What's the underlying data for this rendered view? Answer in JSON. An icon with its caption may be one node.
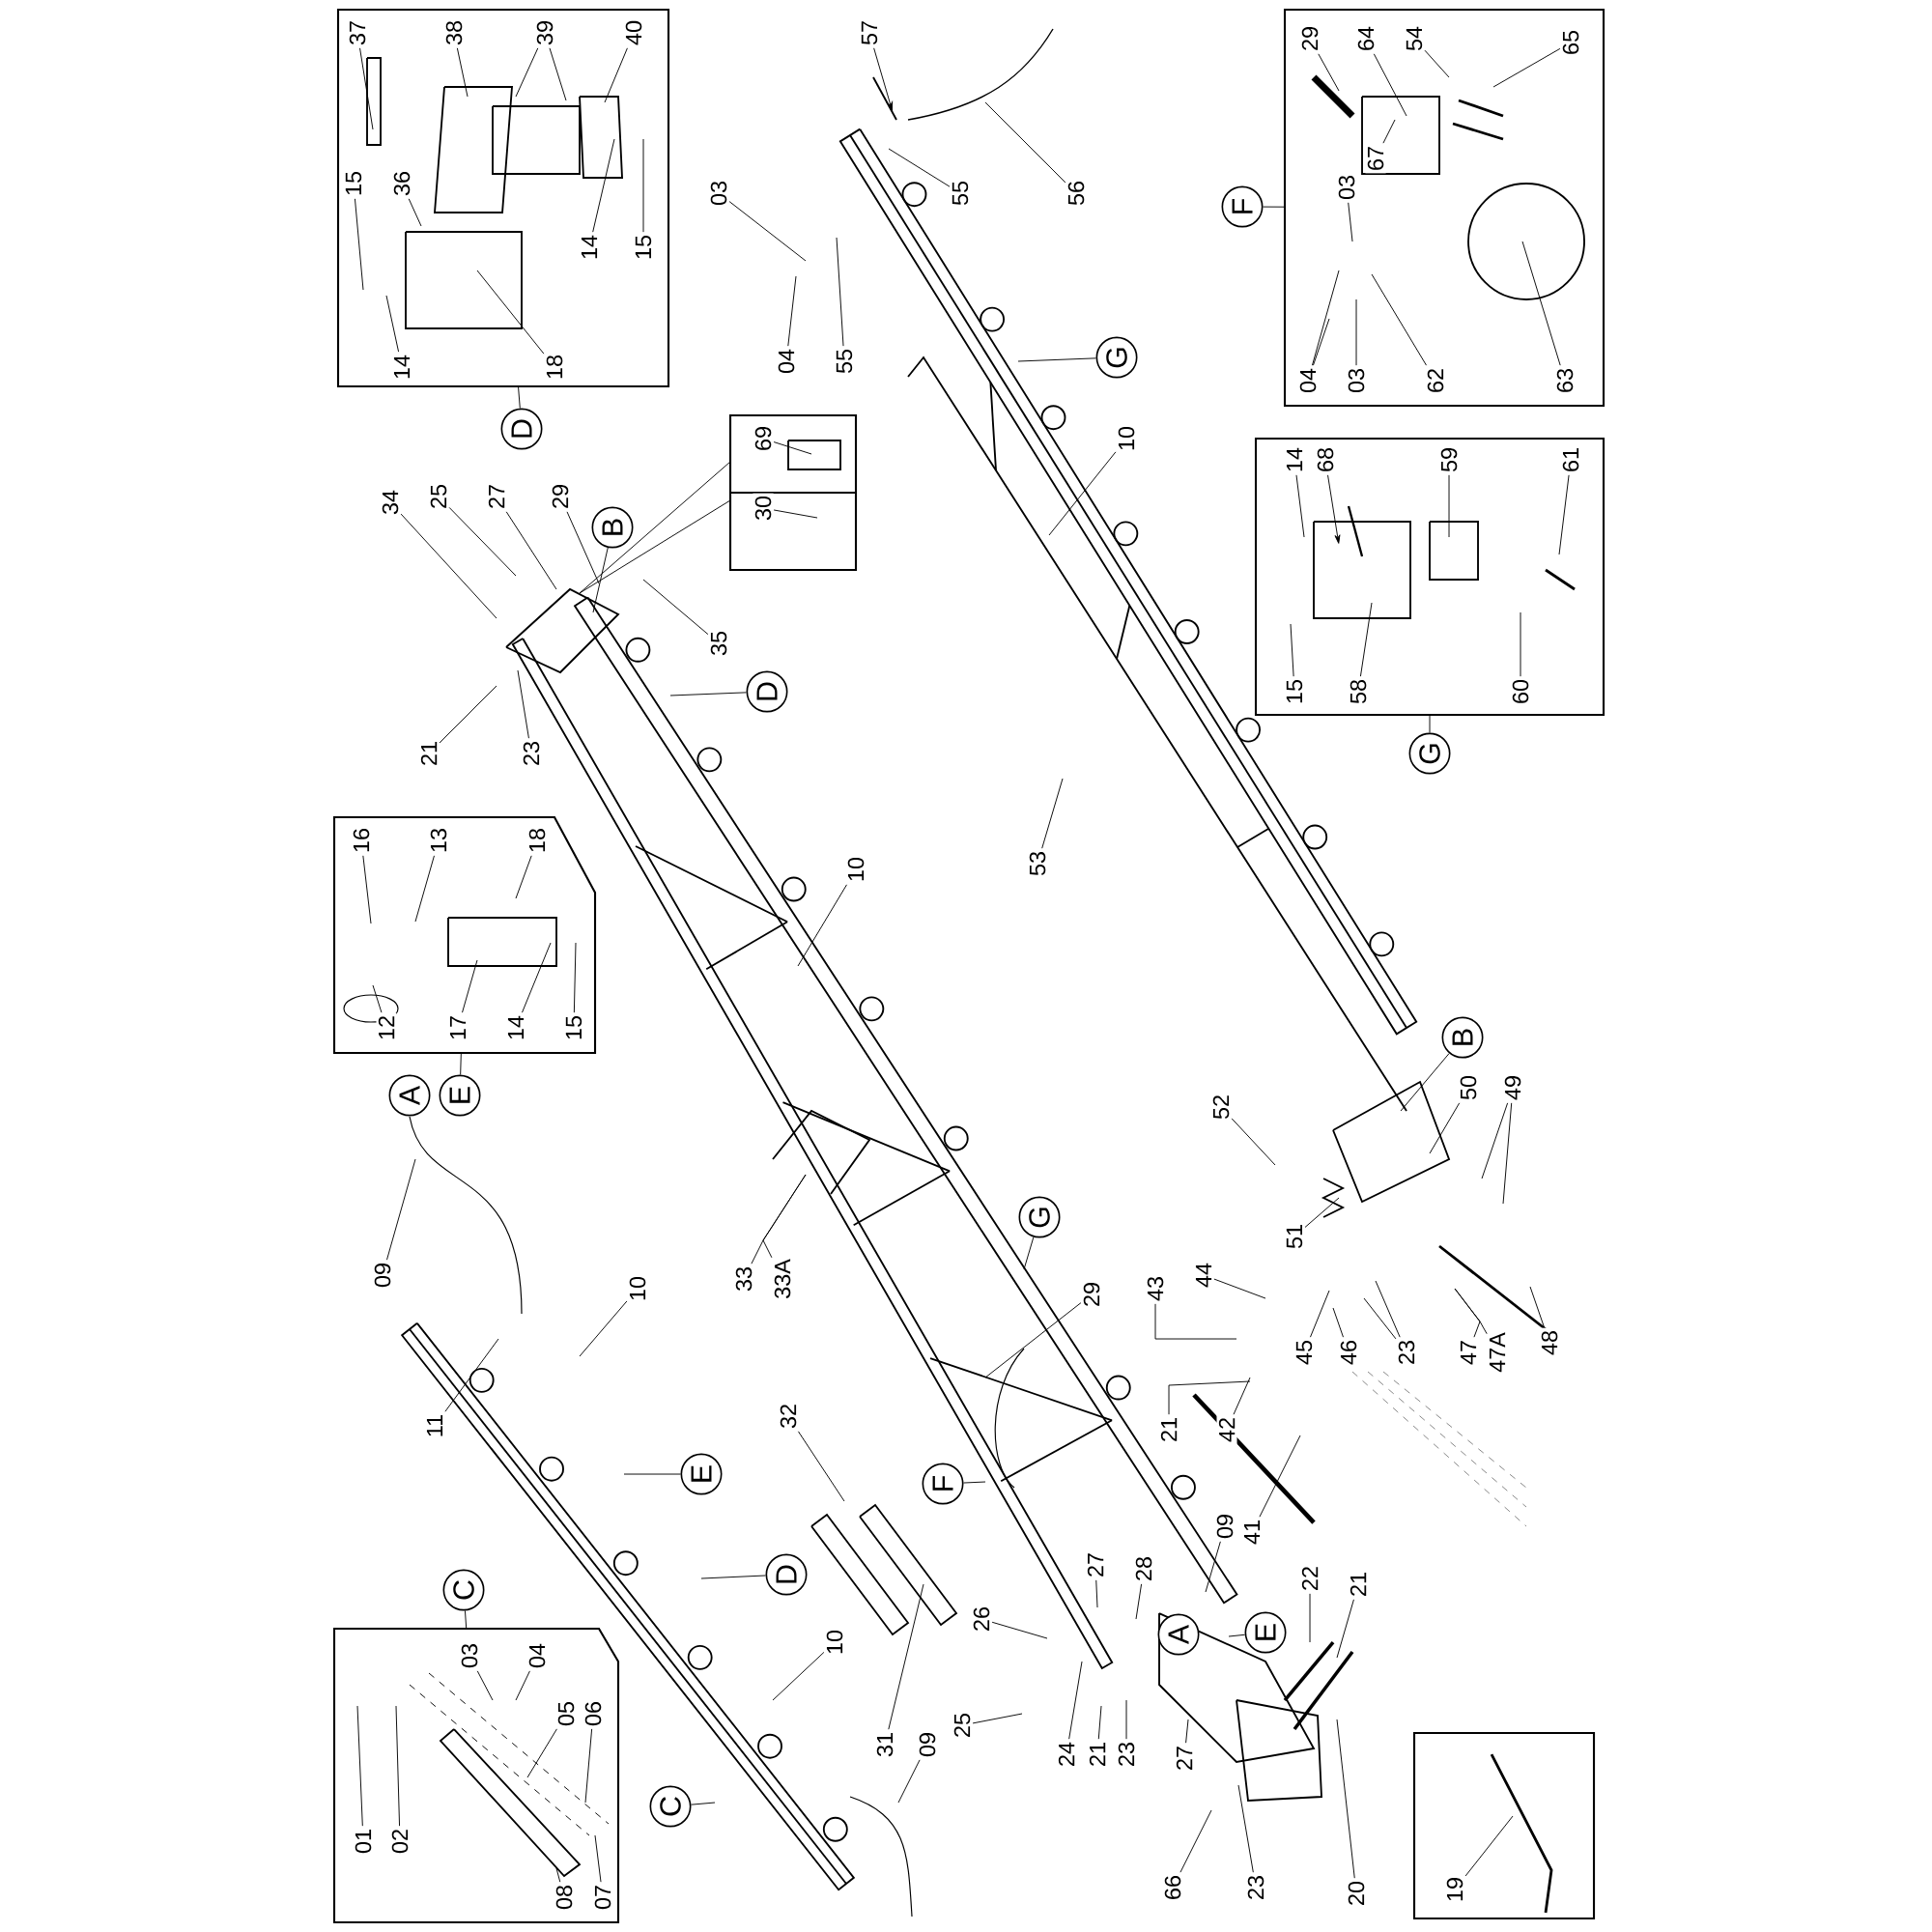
{
  "diagram": {
    "nodes": [
      {
        "text": [],
        "shape": "box"
      },
      {
        "text": [
          "37"
        ],
        "in": 0
      },
      {
        "text": [
          "38"
        ],
        "in": 0
      },
      {
        "text": [
          "39"
        ],
        "in": 0
      },
      {
        "text": [
          "40"
        ],
        "in": 0
      },
      {
        "text": [
          "15"
        ],
        "in": 0
      },
      {
        "text": [
          "36"
        ],
        "in": 0
      },
      {
        "text": [
          "14"
        ],
        "in": 0
      },
      {
        "text": [
          "15"
        ],
        "in": 0
      },
      {
        "text": [
          "14"
        ],
        "in": 0
      },
      {
        "text": [
          "18"
        ],
        "in": 0
      },
      {
        "text": [
          "D"
        ]
      },
      {
        "text": [],
        "shape": "box"
      },
      {
        "text": [
          "29"
        ],
        "in": 12
      },
      {
        "text": [
          "64"
        ],
        "in": 12
      },
      {
        "text": [
          "54"
        ],
        "in": 12
      },
      {
        "text": [
          "65"
        ],
        "in": 12
      },
      {
        "text": [
          "03"
        ],
        "in": 12
      },
      {
        "text": [
          "67"
        ],
        "in": 12
      },
      {
        "text": [
          "04"
        ],
        "in": 12
      },
      {
        "text": [
          "03"
        ],
        "in": 12
      },
      {
        "text": [
          "62"
        ],
        "in": 12
      },
      {
        "text": [
          "63"
        ],
        "in": 12
      },
      {
        "text": [
          "F"
        ]
      },
      {
        "text": [],
        "shape": "box"
      },
      {
        "text": [
          "14"
        ],
        "in": 24
      },
      {
        "text": [
          "68"
        ],
        "in": 24
      },
      {
        "text": [
          "59"
        ],
        "in": 24
      },
      {
        "text": [
          "61"
        ],
        "in": 24
      },
      {
        "text": [
          "15"
        ],
        "in": 24
      },
      {
        "text": [
          "58"
        ],
        "in": 24
      },
      {
        "text": [
          "60"
        ],
        "in": 24
      },
      {
        "text": [
          "G"
        ]
      },
      {
        "text": [],
        "shape": "box"
      },
      {
        "text": [
          "69"
        ],
        "in": 33
      },
      {
        "text": [
          "30"
        ],
        "in": 33
      },
      {
        "text": [
          "34"
        ]
      },
      {
        "text": [
          "25"
        ]
      },
      {
        "text": [
          "27"
        ]
      },
      {
        "text": [
          "29"
        ]
      },
      {
        "text": [
          "B"
        ]
      },
      {
        "text": [
          "35"
        ]
      },
      {
        "text": [
          "21"
        ]
      },
      {
        "text": [
          "23"
        ]
      },
      {
        "text": [
          "D"
        ]
      },
      {
        "text": [
          "03"
        ]
      },
      {
        "text": [
          "04"
        ]
      },
      {
        "text": [
          "55"
        ]
      },
      {
        "text": [
          "55"
        ]
      },
      {
        "text": [
          "57"
        ]
      },
      {
        "text": [
          "56"
        ]
      },
      {
        "text": [
          "G"
        ]
      },
      {
        "text": [
          "10"
        ]
      },
      {
        "text": [],
        "shape": "box"
      },
      {
        "text": [
          "16"
        ],
        "in": 53
      },
      {
        "text": [
          "13"
        ],
        "in": 53
      },
      {
        "text": [
          "18"
        ],
        "in": 53
      },
      {
        "text": [
          "12"
        ],
        "in": 53
      },
      {
        "text": [
          "17"
        ],
        "in": 53
      },
      {
        "text": [
          "14"
        ],
        "in": 53
      },
      {
        "text": [
          "15"
        ],
        "in": 53
      },
      {
        "text": [
          "A"
        ]
      },
      {
        "text": [
          "E"
        ]
      },
      {
        "text": [
          "10"
        ]
      },
      {
        "text": [
          "53"
        ]
      },
      {
        "text": [
          "09"
        ]
      },
      {
        "text": [
          "10"
        ]
      },
      {
        "text": [
          "11"
        ]
      },
      {
        "text": [
          "33"
        ]
      },
      {
        "text": [
          "33A"
        ]
      },
      {
        "text": [
          "G"
        ]
      },
      {
        "text": [
          "29"
        ]
      },
      {
        "text": [
          "52"
        ]
      },
      {
        "text": [
          "B"
        ]
      },
      {
        "text": [
          "50"
        ]
      },
      {
        "text": [
          "49"
        ]
      },
      {
        "text": [
          "51"
        ]
      },
      {
        "text": [
          "43"
        ]
      },
      {
        "text": [
          "44"
        ]
      },
      {
        "text": [
          "45"
        ]
      },
      {
        "text": [
          "46"
        ]
      },
      {
        "text": [
          "23"
        ]
      },
      {
        "text": [
          "47"
        ]
      },
      {
        "text": [
          "47A"
        ]
      },
      {
        "text": [
          "48"
        ]
      },
      {
        "text": [
          "21"
        ]
      },
      {
        "text": [
          "42"
        ]
      },
      {
        "text": [
          "41"
        ]
      },
      {
        "text": [
          "32"
        ]
      },
      {
        "text": [
          "E"
        ]
      },
      {
        "text": [
          "F"
        ]
      },
      {
        "text": [
          "09"
        ]
      },
      {
        "text": [
          "D"
        ]
      },
      {
        "text": [
          "10"
        ]
      },
      {
        "text": [],
        "shape": "box"
      },
      {
        "text": [
          "03"
        ],
        "in": 94
      },
      {
        "text": [
          "04"
        ],
        "in": 94
      },
      {
        "text": [
          "05"
        ],
        "in": 94
      },
      {
        "text": [
          "06"
        ],
        "in": 94
      },
      {
        "text": [
          "01"
        ],
        "in": 94
      },
      {
        "text": [
          "02"
        ],
        "in": 94
      },
      {
        "text": [
          "08"
        ],
        "in": 94
      },
      {
        "text": [
          "07"
        ],
        "in": 94
      },
      {
        "text": [
          "C"
        ]
      },
      {
        "text": [
          "C"
        ]
      },
      {
        "text": [
          "31"
        ]
      },
      {
        "text": [
          "09"
        ]
      },
      {
        "text": [
          "26"
        ]
      },
      {
        "text": [
          "27"
        ]
      },
      {
        "text": [
          "28"
        ]
      },
      {
        "text": [
          "25"
        ]
      },
      {
        "text": [
          "24"
        ]
      },
      {
        "text": [
          "21"
        ]
      },
      {
        "text": [
          "23"
        ]
      },
      {
        "text": [
          "27"
        ]
      },
      {
        "text": [
          "A"
        ]
      },
      {
        "text": [
          "E"
        ]
      },
      {
        "text": [
          "66"
        ]
      },
      {
        "text": [
          "23"
        ]
      },
      {
        "text": [
          "22"
        ]
      },
      {
        "text": [
          "21"
        ]
      },
      {
        "text": [
          "20"
        ]
      },
      {
        "text": [],
        "shape": "box"
      },
      {
        "text": [
          "19"
        ],
        "in": 122
      }
    ],
    "edges": [
      {
        "from": 1,
        "to": null,
        "arrow": "none"
      },
      {
        "from": 2,
        "to": null,
        "arrow": "none"
      },
      {
        "from": 3,
        "to": null,
        "arrow": "none"
      },
      {
        "from": 3,
        "to": null,
        "arrow": "none"
      },
      {
        "from": 4,
        "to": null,
        "arrow": "none"
      },
      {
        "from": 5,
        "to": null,
        "arrow": "none"
      },
      {
        "from": 6,
        "to": null,
        "arrow": "none"
      },
      {
        "from": 7,
        "to": null,
        "arrow": "none"
      },
      {
        "from": 8,
        "to": null,
        "arrow": "none"
      },
      {
        "from": 9,
        "to": null,
        "arrow": "none"
      },
      {
        "from": 10,
        "to": null,
        "arrow": "none"
      },
      {
        "from": 11,
        "to": 0,
        "arrow": "none"
      },
      {
        "from": 13,
        "to": null,
        "arrow": "none"
      },
      {
        "from": 14,
        "to": null,
        "arrow": "none"
      },
      {
        "from": 15,
        "to": null,
        "arrow": "none"
      },
      {
        "from": 16,
        "to": null,
        "arrow": "none"
      },
      {
        "from": 17,
        "to": null,
        "arrow": "none"
      },
      {
        "from": 18,
        "to": null,
        "arrow": "none"
      },
      {
        "from": 19,
        "to": null,
        "arrow": "none"
      },
      {
        "from": 19,
        "to": null,
        "arrow": "none"
      },
      {
        "from": 20,
        "to": null,
        "arrow": "none"
      },
      {
        "from": 21,
        "to": null,
        "arrow": "none"
      },
      {
        "from": 22,
        "to": null,
        "arrow": "none"
      },
      {
        "from": 23,
        "to": 12,
        "arrow": "none"
      },
      {
        "from": 25,
        "to": null,
        "arrow": "none"
      },
      {
        "from": 26,
        "to": null,
        "arrow": "to"
      },
      {
        "from": 27,
        "to": null,
        "arrow": "none"
      },
      {
        "from": 28,
        "to": null,
        "arrow": "none"
      },
      {
        "from": 29,
        "to": null,
        "arrow": "none"
      },
      {
        "from": 30,
        "to": null,
        "arrow": "none"
      },
      {
        "from": 31,
        "to": null,
        "arrow": "none"
      },
      {
        "from": 32,
        "to": 24,
        "arrow": "none"
      },
      {
        "from": 33,
        "to": null,
        "arrow": "none"
      },
      {
        "from": 34,
        "to": null,
        "arrow": "none"
      },
      {
        "from": 35,
        "to": null,
        "arrow": "none"
      },
      {
        "from": 36,
        "to": null,
        "arrow": "none"
      },
      {
        "from": 37,
        "to": null,
        "arrow": "none"
      },
      {
        "from": 38,
        "to": null,
        "arrow": "none"
      },
      {
        "from": 39,
        "to": null,
        "arrow": "none"
      },
      {
        "from": 40,
        "to": null,
        "arrow": "none"
      },
      {
        "from": 41,
        "to": null,
        "arrow": "none"
      },
      {
        "from": 42,
        "to": null,
        "arrow": "none"
      },
      {
        "from": 43,
        "to": null,
        "arrow": "none"
      },
      {
        "from": 44,
        "to": null,
        "arrow": "none"
      },
      {
        "from": 45,
        "to": null,
        "arrow": "none"
      },
      {
        "from": 46,
        "to": null,
        "arrow": "none"
      },
      {
        "from": 47,
        "to": null,
        "arrow": "none"
      },
      {
        "from": 48,
        "to": null,
        "arrow": "none"
      },
      {
        "from": 49,
        "to": null,
        "arrow": "to"
      },
      {
        "from": 50,
        "to": null,
        "arrow": "none"
      },
      {
        "from": 51,
        "to": null,
        "arrow": "none"
      },
      {
        "from": 52,
        "to": null,
        "arrow": "none"
      },
      {
        "from": 54,
        "to": null,
        "arrow": "none"
      },
      {
        "from": 55,
        "to": null,
        "arrow": "none"
      },
      {
        "from": 56,
        "to": null,
        "arrow": "none"
      },
      {
        "from": 57,
        "to": null,
        "arrow": "none"
      },
      {
        "from": 58,
        "to": null,
        "arrow": "none"
      },
      {
        "from": 59,
        "to": null,
        "arrow": "none"
      },
      {
        "from": 60,
        "to": null,
        "arrow": "none"
      },
      {
        "from": 62,
        "to": 53,
        "arrow": "none"
      },
      {
        "from": 63,
        "to": null,
        "arrow": "none"
      },
      {
        "from": 64,
        "to": null,
        "arrow": "none"
      },
      {
        "from": 65,
        "to": null,
        "arrow": "none"
      },
      {
        "from": 66,
        "to": null,
        "arrow": "none"
      },
      {
        "from": 67,
        "to": null,
        "arrow": "none"
      },
      {
        "from": 68,
        "to": null,
        "arrow": "none"
      },
      {
        "from": 69,
        "to": null,
        "arrow": "none"
      },
      {
        "from": 70,
        "to": null,
        "arrow": "none"
      },
      {
        "from": 71,
        "to": null,
        "arrow": "none"
      },
      {
        "from": 72,
        "to": null,
        "arrow": "none"
      },
      {
        "from": 73,
        "to": null,
        "arrow": "none"
      },
      {
        "from": 74,
        "to": null,
        "arrow": "none"
      },
      {
        "from": 75,
        "to": null,
        "arrow": "none"
      },
      {
        "from": 75,
        "to": null,
        "arrow": "none"
      },
      {
        "from": 76,
        "to": null,
        "arrow": "none"
      },
      {
        "from": 77,
        "to": null,
        "arrow": "none"
      },
      {
        "from": 78,
        "to": null,
        "arrow": "none"
      },
      {
        "from": 79,
        "to": null,
        "arrow": "none"
      },
      {
        "from": 80,
        "to": null,
        "arrow": "none"
      },
      {
        "from": 81,
        "to": null,
        "arrow": "none"
      },
      {
        "from": 81,
        "to": null,
        "arrow": "none"
      },
      {
        "from": 82,
        "to": null,
        "arrow": "none"
      },
      {
        "from": 83,
        "to": null,
        "arrow": "none"
      },
      {
        "from": 84,
        "to": null,
        "arrow": "none"
      },
      {
        "from": 85,
        "to": null,
        "arrow": "none"
      },
      {
        "from": 86,
        "to": null,
        "arrow": "none"
      },
      {
        "from": 87,
        "to": null,
        "arrow": "none"
      },
      {
        "from": 88,
        "to": null,
        "arrow": "none"
      },
      {
        "from": 89,
        "to": null,
        "arrow": "none"
      },
      {
        "from": 90,
        "to": null,
        "arrow": "none"
      },
      {
        "from": 91,
        "to": null,
        "arrow": "none"
      },
      {
        "from": 92,
        "to": null,
        "arrow": "none"
      },
      {
        "from": 93,
        "to": null,
        "arrow": "none"
      },
      {
        "from": 95,
        "to": null,
        "arrow": "none"
      },
      {
        "from": 96,
        "to": null,
        "arrow": "none"
      },
      {
        "from": 97,
        "to": null,
        "arrow": "none"
      },
      {
        "from": 98,
        "to": null,
        "arrow": "none"
      },
      {
        "from": 99,
        "to": null,
        "arrow": "none"
      },
      {
        "from": 100,
        "to": null,
        "arrow": "none"
      },
      {
        "from": 101,
        "to": null,
        "arrow": "none"
      },
      {
        "from": 102,
        "to": null,
        "arrow": "none"
      },
      {
        "from": 103,
        "to": 94,
        "arrow": "none"
      },
      {
        "from": 104,
        "to": null,
        "arrow": "none"
      },
      {
        "from": 105,
        "to": null,
        "arrow": "none"
      },
      {
        "from": 106,
        "to": null,
        "arrow": "none"
      },
      {
        "from": 107,
        "to": null,
        "arrow": "none"
      },
      {
        "from": 108,
        "to": null,
        "arrow": "none"
      },
      {
        "from": 109,
        "to": null,
        "arrow": "none"
      },
      {
        "from": 110,
        "to": null,
        "arrow": "none"
      },
      {
        "from": 111,
        "to": null,
        "arrow": "none"
      },
      {
        "from": 112,
        "to": null,
        "arrow": "none"
      },
      {
        "from": 113,
        "to": null,
        "arrow": "none"
      },
      {
        "from": 114,
        "to": null,
        "arrow": "none"
      },
      {
        "from": 116,
        "to": null,
        "arrow": "none"
      },
      {
        "from": 117,
        "to": null,
        "arrow": "none"
      },
      {
        "from": 118,
        "to": null,
        "arrow": "none"
      },
      {
        "from": 119,
        "to": null,
        "arrow": "none"
      },
      {
        "from": 120,
        "to": null,
        "arrow": "none"
      },
      {
        "from": 121,
        "to": null,
        "arrow": "none"
      },
      {
        "from": 123,
        "to": null,
        "arrow": "none"
      }
    ]
  }
}
